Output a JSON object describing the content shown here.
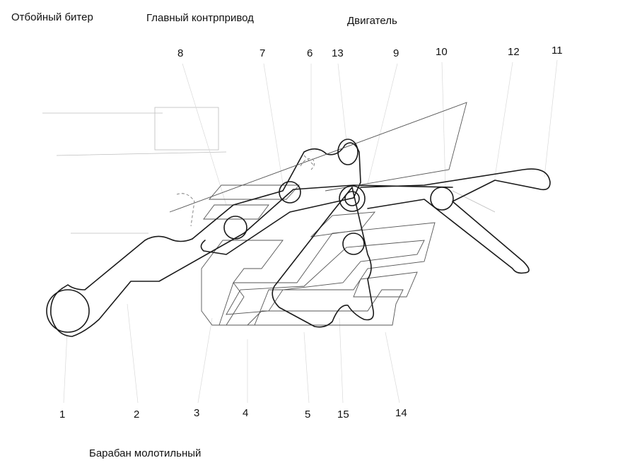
{
  "labels": {
    "beater": "Отбойный битер",
    "main_countershaft": "Главный контрпривод",
    "engine": "Двигатель",
    "drum": "Барабан молотильный"
  },
  "callouts": [
    "1",
    "2",
    "3",
    "4",
    "5",
    "15",
    "14",
    "8",
    "7",
    "6",
    "13",
    "9",
    "10",
    "12",
    "11"
  ]
}
